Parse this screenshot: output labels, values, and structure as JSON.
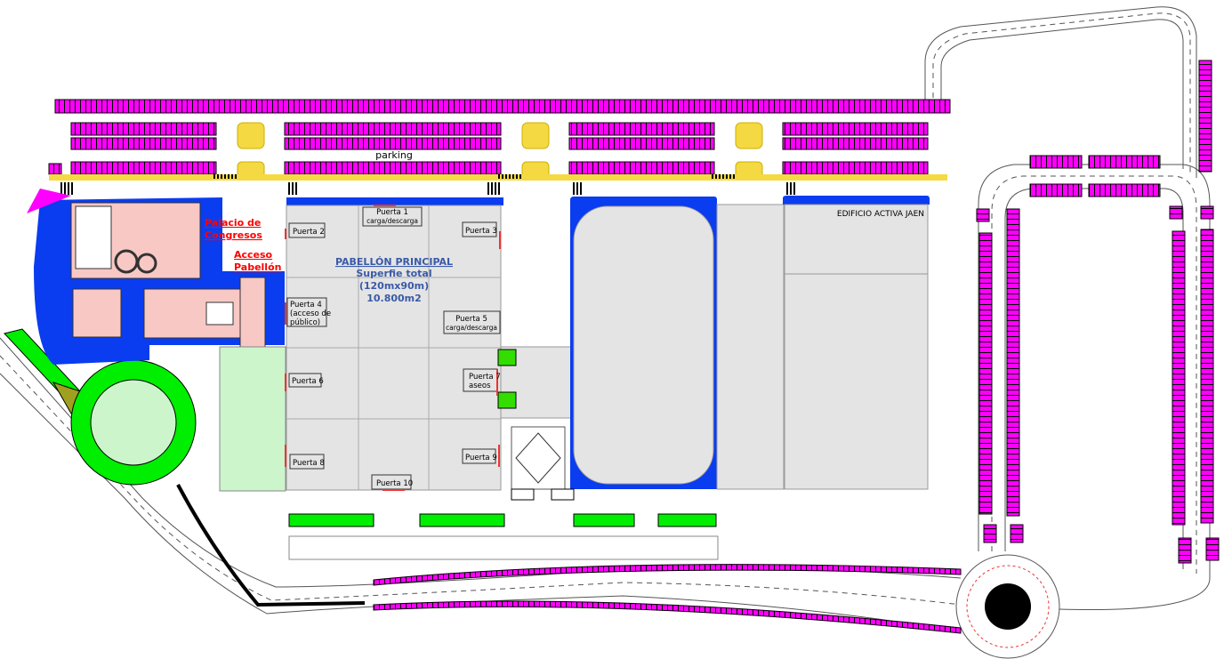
{
  "map": {
    "parking_label": "parking",
    "palacio": [
      "Palacio de",
      "Congresos"
    ],
    "acceso": [
      "Acceso",
      "Pabellón"
    ],
    "edificio": "EDIFICIO ACTIVA JAEN",
    "pabellon": {
      "title": "PABELLÓN PRINCIPAL",
      "line1": "Superfie total",
      "line2": "(120mx90m)",
      "line3": "10.800m2"
    },
    "doors": {
      "p1": [
        "Puerta 1",
        "carga/descarga"
      ],
      "p2": "Puerta 2",
      "p3": "Puerta 3",
      "p4": [
        "Puerta 4",
        "(acceso de",
        "público)"
      ],
      "p5": [
        "Puerta 5",
        "carga/descarga"
      ],
      "p6": "Puerta 6",
      "p7": [
        "Puerta 7",
        "aseos"
      ],
      "p8": "Puerta 8",
      "p9": "Puerta 9",
      "p10": "Puerta 10"
    },
    "colors": {
      "parking": "#ff00ff",
      "blue": "#0a3cf0",
      "island": "#f5d942",
      "hall": "#e4e4e4",
      "green": "#00ee00",
      "pink": "#f8c8c4"
    }
  }
}
